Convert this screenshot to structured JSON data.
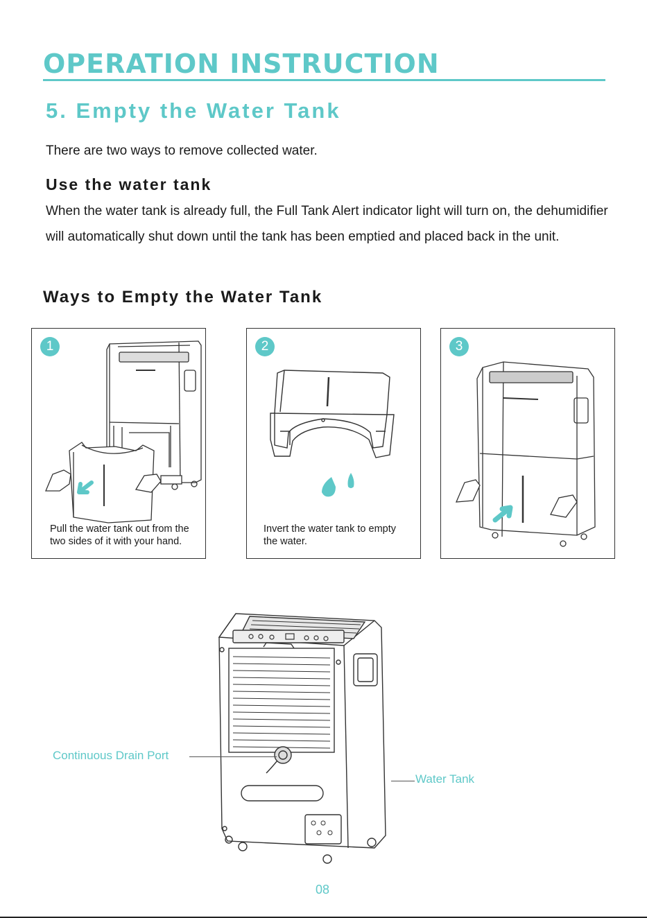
{
  "header": {
    "title": "OPERATION INSTRUCTION"
  },
  "section": {
    "title": "5. Empty the Water Tank",
    "intro": "There are two ways to remove collected water."
  },
  "use_tank": {
    "heading": "Use the water tank",
    "paragraph": "When the water tank is already full, the Full Tank Alert indicator light will turn on, the dehumidifier will automatically shut down until the tank has been emptied and placed back in the unit."
  },
  "ways": {
    "heading": "Ways to Empty the Water Tank",
    "steps": [
      {
        "number": "1",
        "caption": "Pull the water tank out from the two sides of it with your hand."
      },
      {
        "number": "2",
        "caption": "Invert the water tank to empty the water."
      },
      {
        "number": "3",
        "caption": ""
      }
    ]
  },
  "diagram": {
    "drain_label": "Continuous Drain Port",
    "tank_label": "Water Tank"
  },
  "page_number": "08",
  "colors": {
    "accent": "#5ec8c8",
    "text": "#1a1a1a",
    "line": "#333333"
  }
}
